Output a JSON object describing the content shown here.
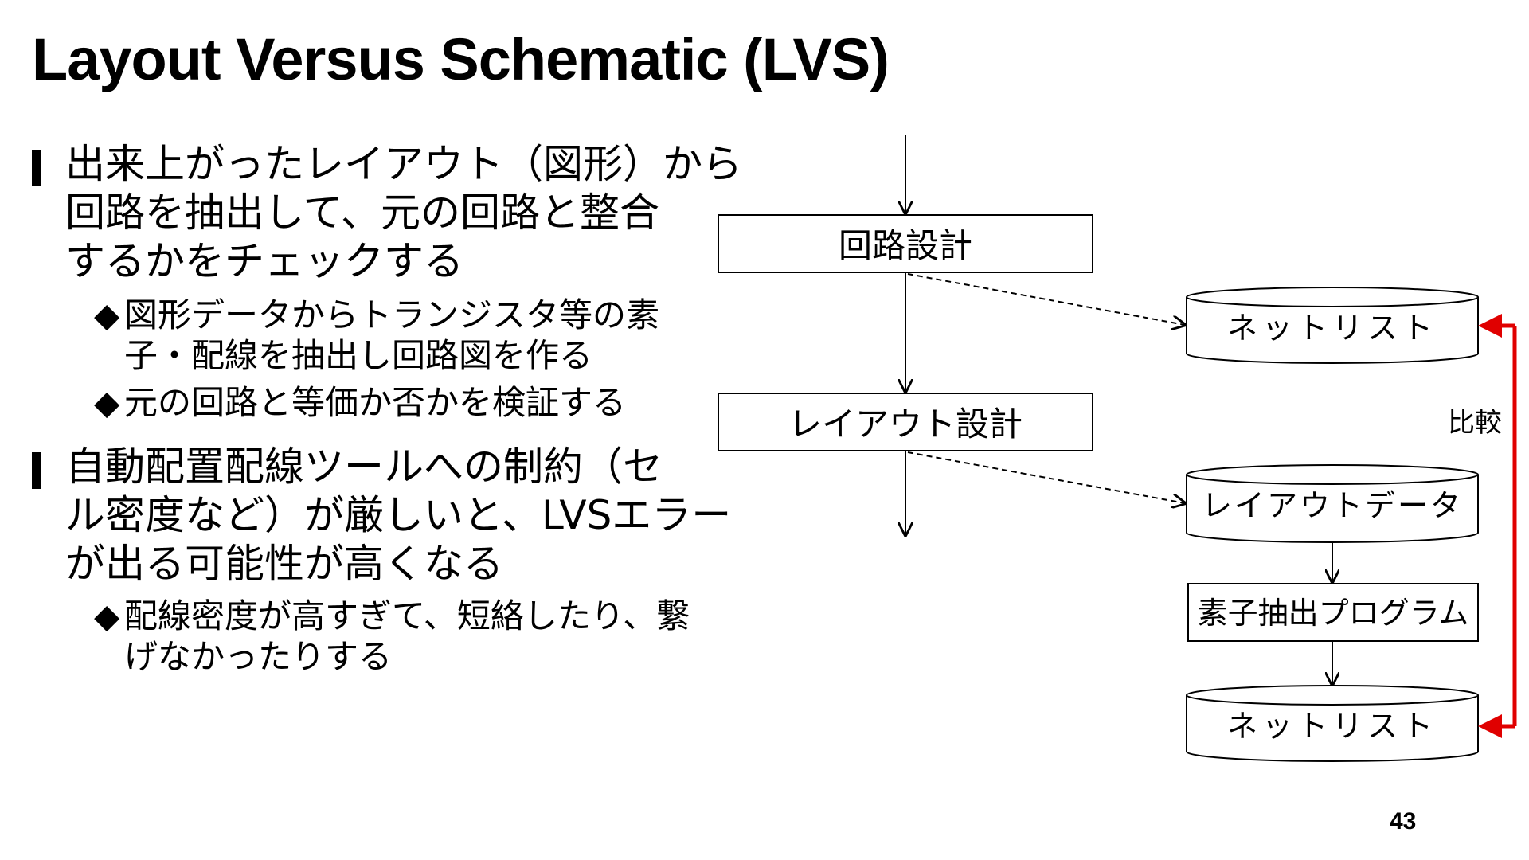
{
  "title": "Layout Versus Schematic (LVS)",
  "bullets": [
    {
      "mark": "▍",
      "text": "出来上がったレイアウト（図形）から回路を抽出して、元の回路と整合するかをチェックする",
      "lines": [
        "出来上がったレイアウト（図形）から",
        "回路を抽出して、元の回路と整合",
        "するかをチェックする"
      ],
      "sub": [
        {
          "mark": "◆",
          "lines": [
            "図形データからトランジスタ等の素",
            "子・配線を抽出し回路図を作る"
          ]
        },
        {
          "mark": "◆",
          "lines": [
            "元の回路と等価か否かを検証する"
          ]
        }
      ]
    },
    {
      "mark": "▍",
      "lines": [
        "自動配置配線ツールへの制約（セ",
        "ル密度など）が厳しいと、LVSエラー",
        "が出る可能性が高くなる"
      ],
      "sub": [
        {
          "mark": "◆",
          "lines": [
            "配線密度が高すぎて、短絡したり、繋",
            "げなかったりする"
          ]
        }
      ]
    }
  ],
  "flow": {
    "box_circuit_design": "回路設計",
    "box_layout_design": "レイアウト設計",
    "db_netlist_top": "ネットリスト",
    "db_layout_data": "レイアウトデータ",
    "box_extraction": "素子抽出プログラム",
    "db_netlist_bottom": "ネットリスト",
    "compare_label": "比較",
    "compare_color": "#e00000"
  },
  "page_number": "43"
}
